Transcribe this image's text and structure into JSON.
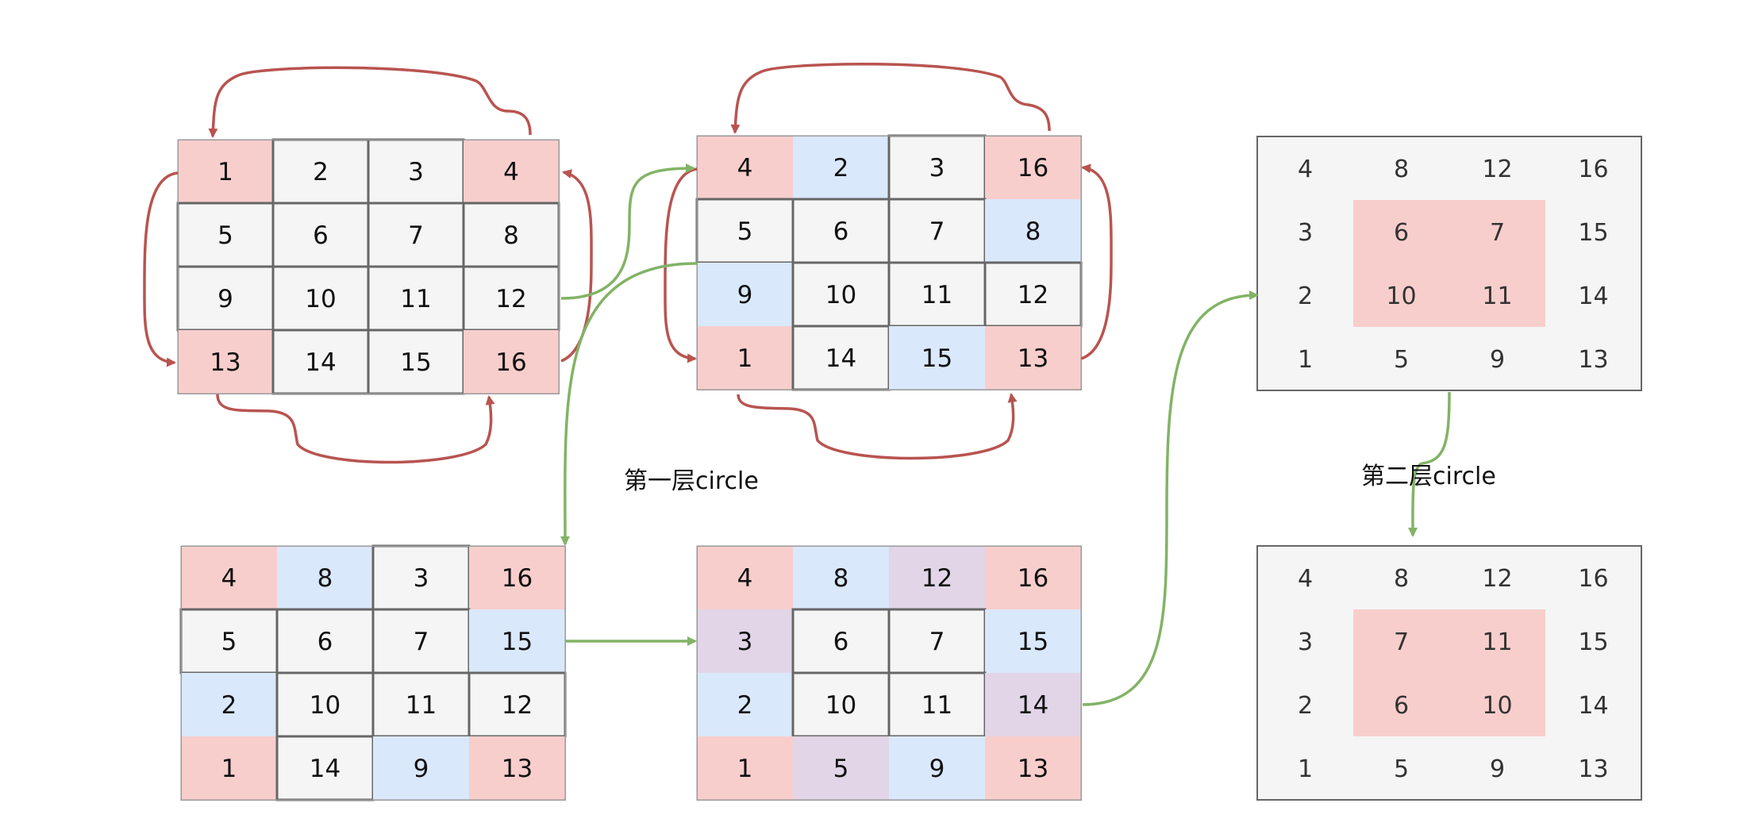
{
  "colors": {
    "cell_default": "#f5f5f5",
    "corner_red": "#f8cecc",
    "edge_blue": "#dae8fc",
    "edge_purple": "#e1d5e7",
    "border": "#666666",
    "arrow_red": "#b85450",
    "arrow_green": "#82b366",
    "panel_bg": "#f5f5f5"
  },
  "grids": [
    {
      "id": "grid-1",
      "style": "boxed",
      "cells": [
        [
          {
            "v": "1",
            "c": "r"
          },
          {
            "v": "2",
            "c": "d"
          },
          {
            "v": "3",
            "c": "d"
          },
          {
            "v": "4",
            "c": "r"
          }
        ],
        [
          {
            "v": "5",
            "c": "d"
          },
          {
            "v": "6",
            "c": "d"
          },
          {
            "v": "7",
            "c": "d"
          },
          {
            "v": "8",
            "c": "d"
          }
        ],
        [
          {
            "v": "9",
            "c": "d"
          },
          {
            "v": "10",
            "c": "d"
          },
          {
            "v": "11",
            "c": "d"
          },
          {
            "v": "12",
            "c": "d"
          }
        ],
        [
          {
            "v": "13",
            "c": "r"
          },
          {
            "v": "14",
            "c": "d"
          },
          {
            "v": "15",
            "c": "d"
          },
          {
            "v": "16",
            "c": "r"
          }
        ]
      ]
    },
    {
      "id": "grid-2",
      "style": "boxed",
      "cells": [
        [
          {
            "v": "4",
            "c": "r"
          },
          {
            "v": "2",
            "c": "b"
          },
          {
            "v": "3",
            "c": "d"
          },
          {
            "v": "16",
            "c": "r"
          }
        ],
        [
          {
            "v": "5",
            "c": "d"
          },
          {
            "v": "6",
            "c": "d"
          },
          {
            "v": "7",
            "c": "d"
          },
          {
            "v": "8",
            "c": "b"
          }
        ],
        [
          {
            "v": "9",
            "c": "b"
          },
          {
            "v": "10",
            "c": "d"
          },
          {
            "v": "11",
            "c": "d"
          },
          {
            "v": "12",
            "c": "d"
          }
        ],
        [
          {
            "v": "1",
            "c": "r"
          },
          {
            "v": "14",
            "c": "d"
          },
          {
            "v": "15",
            "c": "b"
          },
          {
            "v": "13",
            "c": "r"
          }
        ]
      ]
    },
    {
      "id": "grid-3",
      "style": "boxed",
      "cells": [
        [
          {
            "v": "4",
            "c": "r"
          },
          {
            "v": "8",
            "c": "b"
          },
          {
            "v": "3",
            "c": "d"
          },
          {
            "v": "16",
            "c": "r"
          }
        ],
        [
          {
            "v": "5",
            "c": "d"
          },
          {
            "v": "6",
            "c": "d"
          },
          {
            "v": "7",
            "c": "d"
          },
          {
            "v": "15",
            "c": "b"
          }
        ],
        [
          {
            "v": "2",
            "c": "b"
          },
          {
            "v": "10",
            "c": "d"
          },
          {
            "v": "11",
            "c": "d"
          },
          {
            "v": "12",
            "c": "d"
          }
        ],
        [
          {
            "v": "1",
            "c": "r"
          },
          {
            "v": "14",
            "c": "d"
          },
          {
            "v": "9",
            "c": "b"
          },
          {
            "v": "13",
            "c": "r"
          }
        ]
      ]
    },
    {
      "id": "grid-4",
      "style": "boxed",
      "cells": [
        [
          {
            "v": "4",
            "c": "r"
          },
          {
            "v": "8",
            "c": "b"
          },
          {
            "v": "12",
            "c": "p"
          },
          {
            "v": "16",
            "c": "r"
          }
        ],
        [
          {
            "v": "3",
            "c": "p"
          },
          {
            "v": "6",
            "c": "d"
          },
          {
            "v": "7",
            "c": "d"
          },
          {
            "v": "15",
            "c": "b"
          }
        ],
        [
          {
            "v": "2",
            "c": "b"
          },
          {
            "v": "10",
            "c": "d"
          },
          {
            "v": "11",
            "c": "d"
          },
          {
            "v": "14",
            "c": "p"
          }
        ],
        [
          {
            "v": "1",
            "c": "r"
          },
          {
            "v": "5",
            "c": "p"
          },
          {
            "v": "9",
            "c": "b"
          },
          {
            "v": "13",
            "c": "r"
          }
        ]
      ]
    },
    {
      "id": "grid-5",
      "style": "panel",
      "cells": [
        [
          {
            "v": "4",
            "c": "n"
          },
          {
            "v": "8",
            "c": "n"
          },
          {
            "v": "12",
            "c": "n"
          },
          {
            "v": "16",
            "c": "n"
          }
        ],
        [
          {
            "v": "3",
            "c": "n"
          },
          {
            "v": "6",
            "c": "r"
          },
          {
            "v": "7",
            "c": "r"
          },
          {
            "v": "15",
            "c": "n"
          }
        ],
        [
          {
            "v": "2",
            "c": "n"
          },
          {
            "v": "10",
            "c": "r"
          },
          {
            "v": "11",
            "c": "r"
          },
          {
            "v": "14",
            "c": "n"
          }
        ],
        [
          {
            "v": "1",
            "c": "n"
          },
          {
            "v": "5",
            "c": "n"
          },
          {
            "v": "9",
            "c": "n"
          },
          {
            "v": "13",
            "c": "n"
          }
        ]
      ]
    },
    {
      "id": "grid-6",
      "style": "panel",
      "cells": [
        [
          {
            "v": "4",
            "c": "n"
          },
          {
            "v": "8",
            "c": "n"
          },
          {
            "v": "12",
            "c": "n"
          },
          {
            "v": "16",
            "c": "n"
          }
        ],
        [
          {
            "v": "3",
            "c": "n"
          },
          {
            "v": "7",
            "c": "r"
          },
          {
            "v": "11",
            "c": "r"
          },
          {
            "v": "15",
            "c": "n"
          }
        ],
        [
          {
            "v": "2",
            "c": "n"
          },
          {
            "v": "6",
            "c": "r"
          },
          {
            "v": "10",
            "c": "r"
          },
          {
            "v": "14",
            "c": "n"
          }
        ],
        [
          {
            "v": "1",
            "c": "n"
          },
          {
            "v": "5",
            "c": "n"
          },
          {
            "v": "9",
            "c": "n"
          },
          {
            "v": "13",
            "c": "n"
          }
        ]
      ]
    }
  ],
  "captions": {
    "layer1": "第一层circle",
    "layer2": "第二层circle"
  }
}
